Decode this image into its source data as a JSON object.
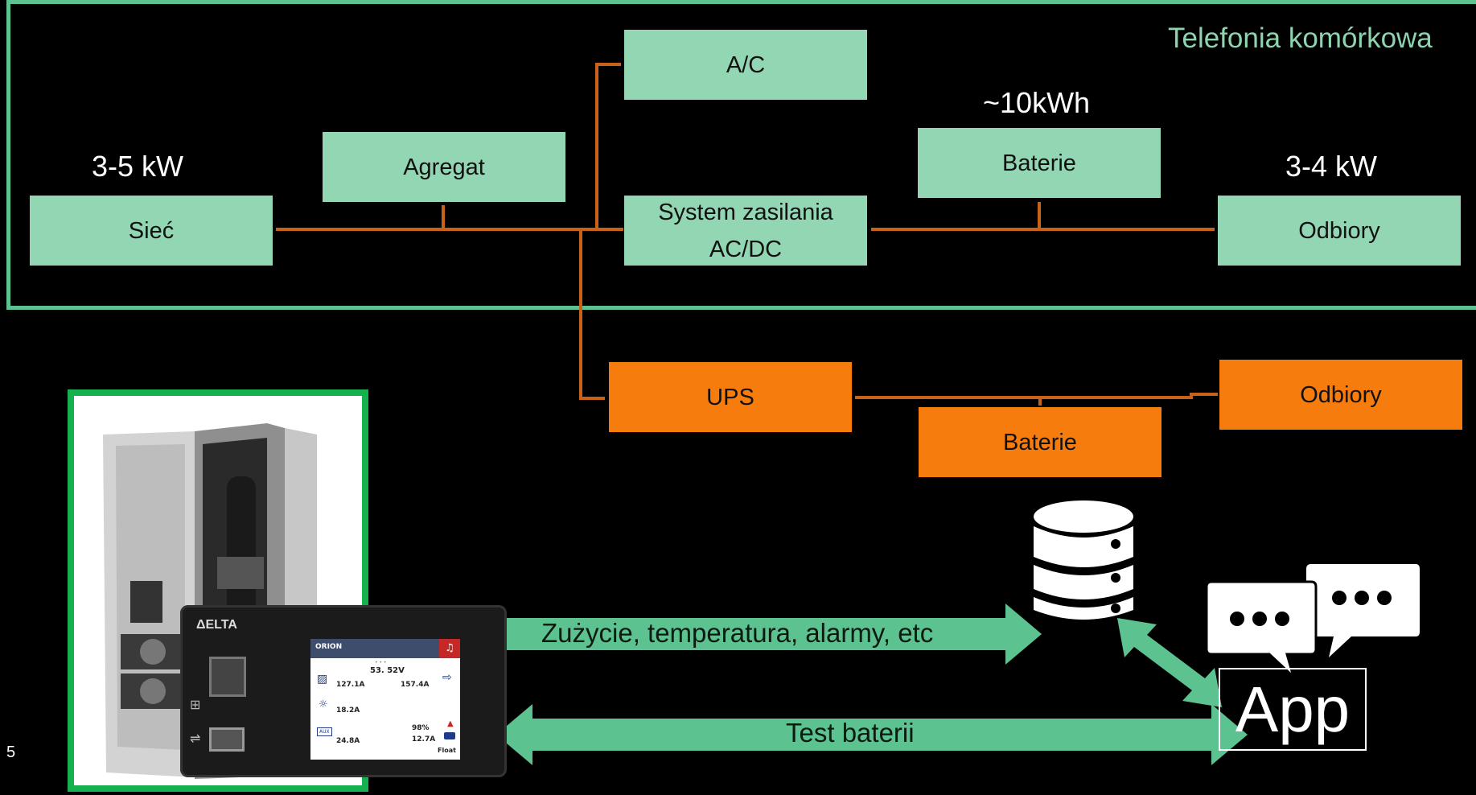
{
  "section_label": "Telefonia komórkowa",
  "telecom": {
    "grid_power": "3-5 kW",
    "grid": "Sieć",
    "generator": "Agregat",
    "ac": "A/C",
    "power_system_line1": "System zasilania",
    "power_system_line2": "AC/DC",
    "battery_capacity": "~10kWh",
    "batteries": "Baterie",
    "load_power": "3-4 kW",
    "loads": "Odbiory"
  },
  "ups_branch": {
    "ups": "UPS",
    "batteries": "Baterie",
    "loads": "Odbiory"
  },
  "data_flow": {
    "measurements": "Zużycie, temperatura, alarmy, etc",
    "battery_test": "Test baterii",
    "app": "App"
  },
  "controller": {
    "brand": "ΔELTA",
    "screen_title": "ORION",
    "dots": "• • •",
    "voltage": "53. 52V",
    "current_1": "127.1A",
    "current_2": "157.4A",
    "current_3": "18.2A",
    "aux_label": "AUX",
    "current_4": "24.8A",
    "battery_percent": "98%",
    "current_5": "12.7A",
    "mode": "Float"
  },
  "page_number": "5",
  "colors": {
    "green_box": "#92d6b4",
    "orange_box": "#f67c0e",
    "frame": "#5cc28f",
    "connector": "#c8611a",
    "arrow": "#5cc28f"
  },
  "icons": [
    "database-icon",
    "chat-bubbles-icon"
  ]
}
